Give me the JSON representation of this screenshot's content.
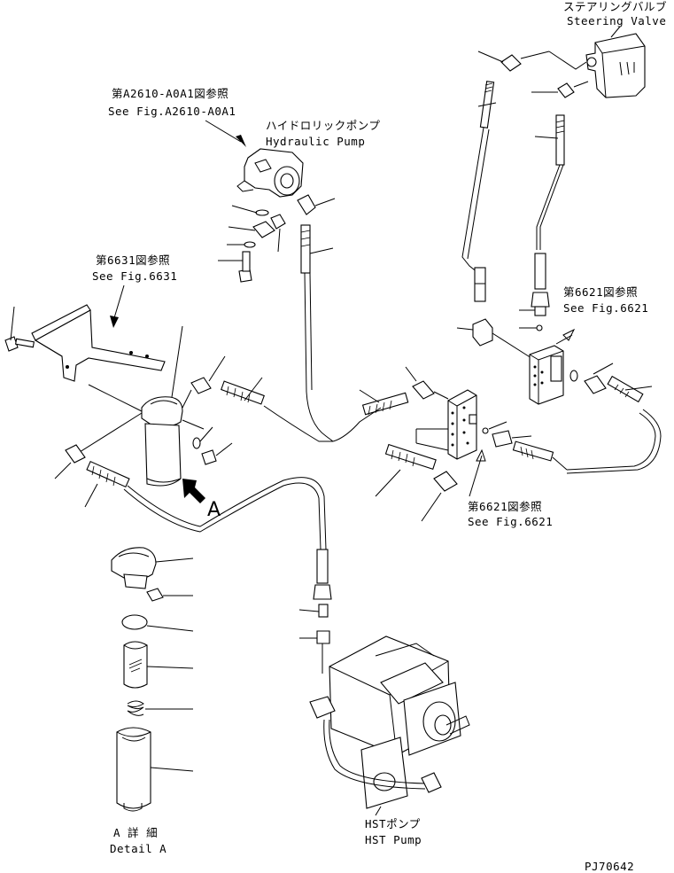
{
  "labels": {
    "steering_valve_jp": "ステアリングバルブ",
    "steering_valve_en": "Steering Valve",
    "ref_a2610_jp": "第A2610-A0A1図参照",
    "ref_a2610_en": "See Fig.A2610-A0A1",
    "hydraulic_pump_jp": "ハイドロリックポンプ",
    "hydraulic_pump_en": "Hydraulic Pump",
    "ref_6631_jp": "第6631図参照",
    "ref_6631_en": "See Fig.6631",
    "ref_6621_right_jp": "第6621図参照",
    "ref_6621_right_en": "See Fig.6621",
    "ref_6621_mid_jp": "第6621図参照",
    "ref_6621_mid_en": "See Fig.6621",
    "view_letter": "A",
    "hst_pump_jp": "HSTポンプ",
    "hst_pump_en": "HST Pump",
    "detail_jp": "A 詳 細",
    "detail_en": "Detail A",
    "drawing_number": "PJ70642"
  }
}
